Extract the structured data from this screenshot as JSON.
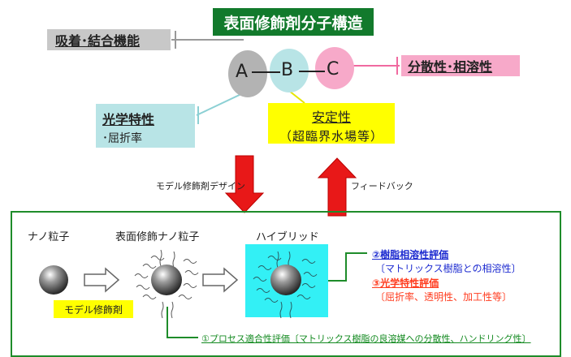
{
  "header": {
    "title": "表面修飾剤分子構造"
  },
  "segments": {
    "a": "A",
    "b": "B",
    "c": "C"
  },
  "functions": {
    "adsorption": "吸着･結合機能",
    "dispersibility": "分散性･相溶性",
    "optical_line1": "光学特性",
    "optical_line2": "･屈折率",
    "stability_line1": "安定性",
    "stability_line2": "（超臨界水場等）"
  },
  "arrows": {
    "design_label": "モデル修飾剤デザイン",
    "feedback_label": "フィードバック"
  },
  "process": {
    "nanoparticle_label": "ナノ粒子",
    "modified_label": "表面修飾ナノ粒子",
    "hybrid_label": "ハイブリッド",
    "modifier_label": "モデル修飾剤"
  },
  "evaluations": {
    "eval2_title": "②樹脂相溶性評価",
    "eval2_detail": "〔マトリックス樹脂との相溶性〕",
    "eval3_title": "③光学特性評価",
    "eval3_detail": "〔屈折率、透明性、加工性等〕",
    "eval1": "①プロセス適合性評価〔マトリックス樹脂の良溶媒への分散性、ハンドリング性〕"
  },
  "colors": {
    "title_bg": "#127a2c",
    "circle_a": "#b3b3b3",
    "circle_b": "#b8e4e6",
    "circle_c": "#f7a9c9",
    "arrow_red": "#e81818",
    "frame_green": "#1e8c2a",
    "hybrid_bg": "#33f0f5"
  }
}
